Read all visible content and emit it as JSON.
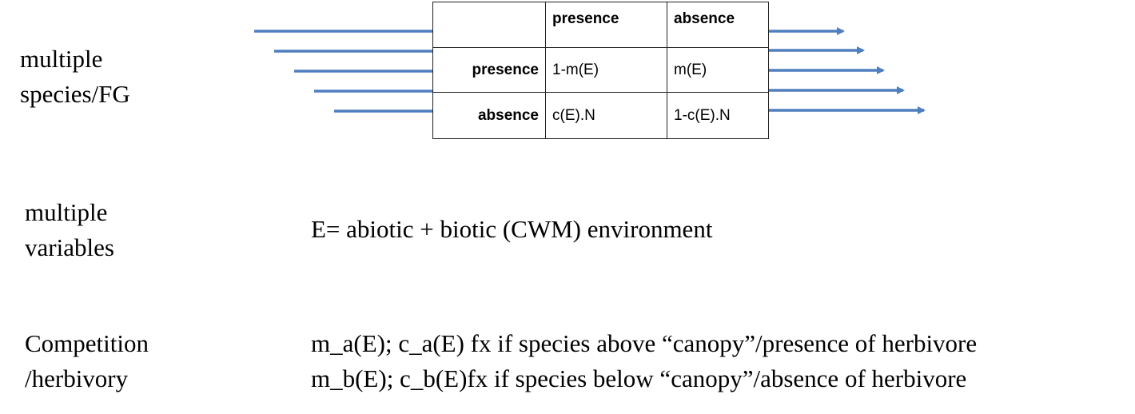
{
  "row_group_label": [
    "multiple",
    "species/FG"
  ],
  "matrix": {
    "header": [
      "",
      "presence",
      "absence"
    ],
    "rows": [
      {
        "label": "presence",
        "cells": [
          "1-m(E)",
          "m(E)"
        ]
      },
      {
        "label": "absence",
        "cells": [
          "c(E).N",
          "1-c(E).N"
        ]
      }
    ]
  },
  "variables_section": {
    "label": [
      "multiple",
      "variables"
    ],
    "text": "E= abiotic + biotic (CWM) environment"
  },
  "competition_section": {
    "label": [
      "Competition",
      "/herbivory"
    ],
    "lines": [
      "m_a(E); c_a(E) fx if species above “canopy”/presence of herbivore",
      "m_b(E); c_b(E)fx if species below “canopy”/absence of herbivore"
    ]
  },
  "colors": {
    "arrow": "#4f7fbf",
    "grid": "#222222",
    "text": "#000000"
  }
}
